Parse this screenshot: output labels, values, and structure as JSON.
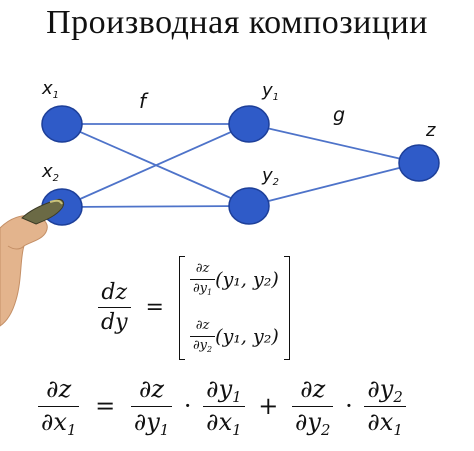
{
  "title": "Производная композиции",
  "nodes": {
    "x1": "x",
    "x1_sub": "1",
    "x2": "x",
    "x2_sub": "2",
    "y1": "y",
    "y1_sub": "1",
    "y2": "y",
    "y2_sub": "2",
    "z": "z"
  },
  "edge_labels": {
    "f": "f",
    "g": "g"
  },
  "jacobian": {
    "lhs_num": "dz",
    "lhs_den": "dy",
    "equals": "=",
    "row1_num": "∂z",
    "row1_den": "∂y",
    "row1_den_sub": "1",
    "row1_args": "(y₁, y₂)",
    "row2_num": "∂z",
    "row2_den": "∂y",
    "row2_den_sub": "2",
    "row2_args": "(y₁, y₂)"
  },
  "chain_rule": {
    "lhs_num": "∂z",
    "lhs_den": "∂x",
    "lhs_den_sub": "1",
    "equals": "=",
    "t1_num": "∂z",
    "t1_den": "∂y",
    "t1_den_sub": "1",
    "dot": "·",
    "t2_num": "∂y",
    "t2_num_sub": "1",
    "t2_den": "∂x",
    "t2_den_sub": "1",
    "plus": "+",
    "t3_num": "∂z",
    "t3_den": "∂y",
    "t3_den_sub": "2",
    "t4_num": "∂y",
    "t4_num_sub": "2",
    "t4_den": "∂x",
    "t4_den_sub": "1"
  }
}
